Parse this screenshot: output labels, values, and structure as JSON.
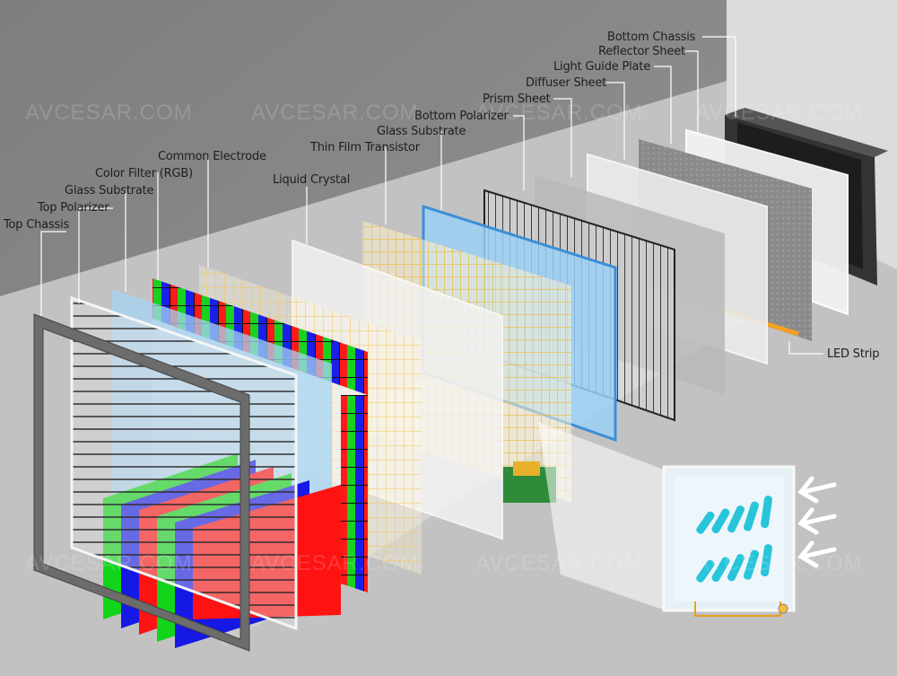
{
  "layers": [
    {
      "id": "top-chassis",
      "label": "Top Chassis"
    },
    {
      "id": "top-polarizer",
      "label": "Top Polarizer"
    },
    {
      "id": "glass-substrate-top",
      "label": "Glass Substrate"
    },
    {
      "id": "color-filter",
      "label": "Color Filter (RGB)"
    },
    {
      "id": "common-electrode",
      "label": "Common Electrode"
    },
    {
      "id": "liquid-crystal",
      "label": "Liquid Crystal"
    },
    {
      "id": "thin-film-transistor",
      "label": "Thin Film Transistor"
    },
    {
      "id": "glass-substrate-bottom",
      "label": "Glass Substrate"
    },
    {
      "id": "bottom-polarizer",
      "label": "Bottom Polarizer"
    },
    {
      "id": "prism-sheet",
      "label": "Prism Sheet"
    },
    {
      "id": "diffuser-sheet",
      "label": "Diffuser Sheet"
    },
    {
      "id": "light-guide-plate",
      "label": "Light Guide Plate"
    },
    {
      "id": "reflector-sheet",
      "label": "Reflector Sheet"
    },
    {
      "id": "bottom-chassis",
      "label": "Bottom Chassis"
    }
  ],
  "led_strip": {
    "label": "LED Strip"
  },
  "watermark": {
    "text": "AVCESAR.COM"
  },
  "colors": {
    "background": "#8f8f8f",
    "floor": "#c3c3c3",
    "red": "#ff1212",
    "green": "#12d41a",
    "blue": "#1618e6",
    "glass_blue": "#6fb6ee",
    "electrode_gold": "#f4c24a",
    "led_orange": "#f4a020"
  }
}
